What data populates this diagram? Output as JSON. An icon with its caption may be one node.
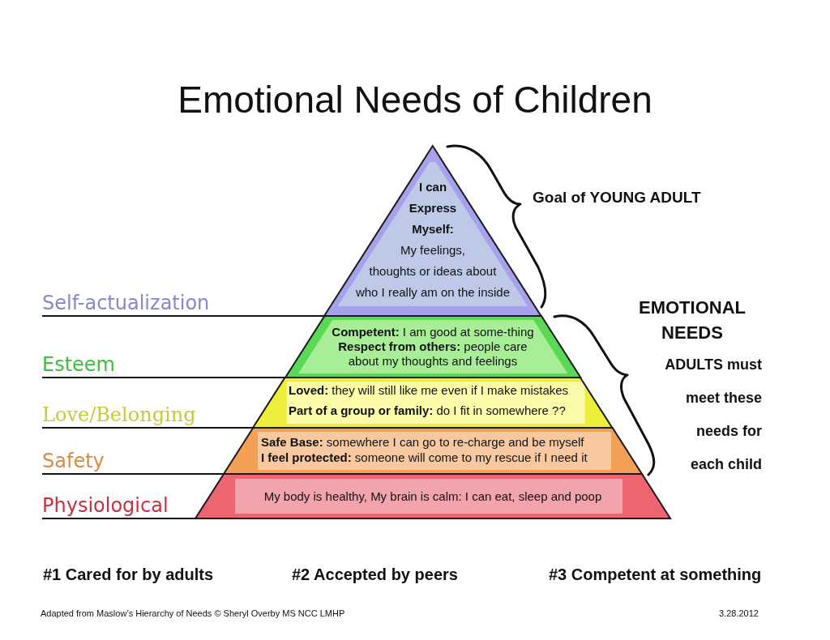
{
  "diagram": {
    "title": "Emotional Needs of Children",
    "nodes": [
      {
        "text": [
          "I can Express Myself:",
          "My feelings, thoughts or ideas about who I really am on the inside"
        ]
      },
      {
        "text": [
          "**Competent:** I am good at some-thing **Respect from others:** people care about my thoughts and feelings"
        ]
      },
      {
        "text": [
          "**Loved:** they will still like me even if I make mistakes",
          "**Part of a group or family:** do I fit in somewhere ??"
        ]
      },
      {
        "text": [
          "**Safe Base:** somewhere I can go to re-charge and be myself",
          "**I feel protected:** someone will come to my rescue if I need it"
        ]
      },
      {
        "text": [
          "My body is healthy, My brain is calm: I can eat, sleep and poop"
        ]
      },
      {
        "text": [
          "Self-actualization"
        ]
      },
      {
        "text": [
          "Esteem"
        ]
      },
      {
        "text": [
          "Love/Belonging"
        ]
      },
      {
        "text": [
          "Safety"
        ]
      },
      {
        "text": [
          "Physiological"
        ]
      }
    ],
    "edges": [
      {
        "from": 5,
        "to": 0,
        "arrow": "none"
      },
      {
        "from": 6,
        "to": 1,
        "arrow": "none"
      },
      {
        "from": 7,
        "to": 2,
        "arrow": "none"
      },
      {
        "from": 8,
        "to": 3,
        "arrow": "none"
      },
      {
        "from": 9,
        "to": 4,
        "arrow": "none"
      }
    ],
    "labels": [
      "Goal of YOUNG ADULT",
      "EMOTIONAL NEEDS",
      "ADULTS must meet these needs for each child",
      "#1 Cared for by adults",
      "#2 Accepted by peers",
      "#3 Competent at something",
      "Adapted from Maslow’s Hierarchy of Needs © Sheryl Overby MS NCC LMHP",
      "3.28.2012"
    ]
  }
}
